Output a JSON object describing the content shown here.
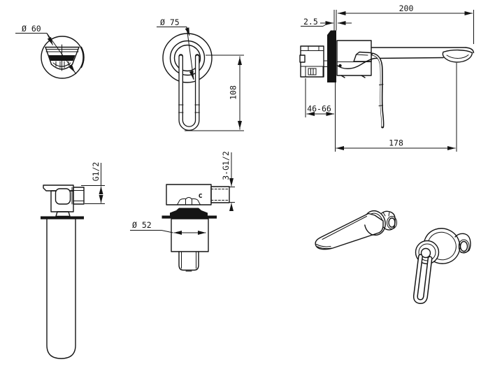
{
  "drawing": {
    "type": "technical-installation-drawing",
    "subject": "wall-mounted basin mixer faucet",
    "colors": {
      "line": "#141414",
      "background": "#ffffff"
    },
    "views": {
      "aerator_detail": {
        "label_diameter": "Ø 60"
      },
      "handle_front": {
        "label_diameter": "Ø 75",
        "label_height": "108"
      },
      "installation_side": {
        "label_reach": "200",
        "label_plate_thickness": "2.5",
        "label_wall_depth_range": "46-66",
        "label_outlet_distance": "178"
      },
      "spout_body_side": {
        "label_thread": "G1/2"
      },
      "valve_body_front": {
        "label_threads": "3-G1/2",
        "label_diameter": "Ø 52",
        "label_mark": "c"
      }
    }
  }
}
